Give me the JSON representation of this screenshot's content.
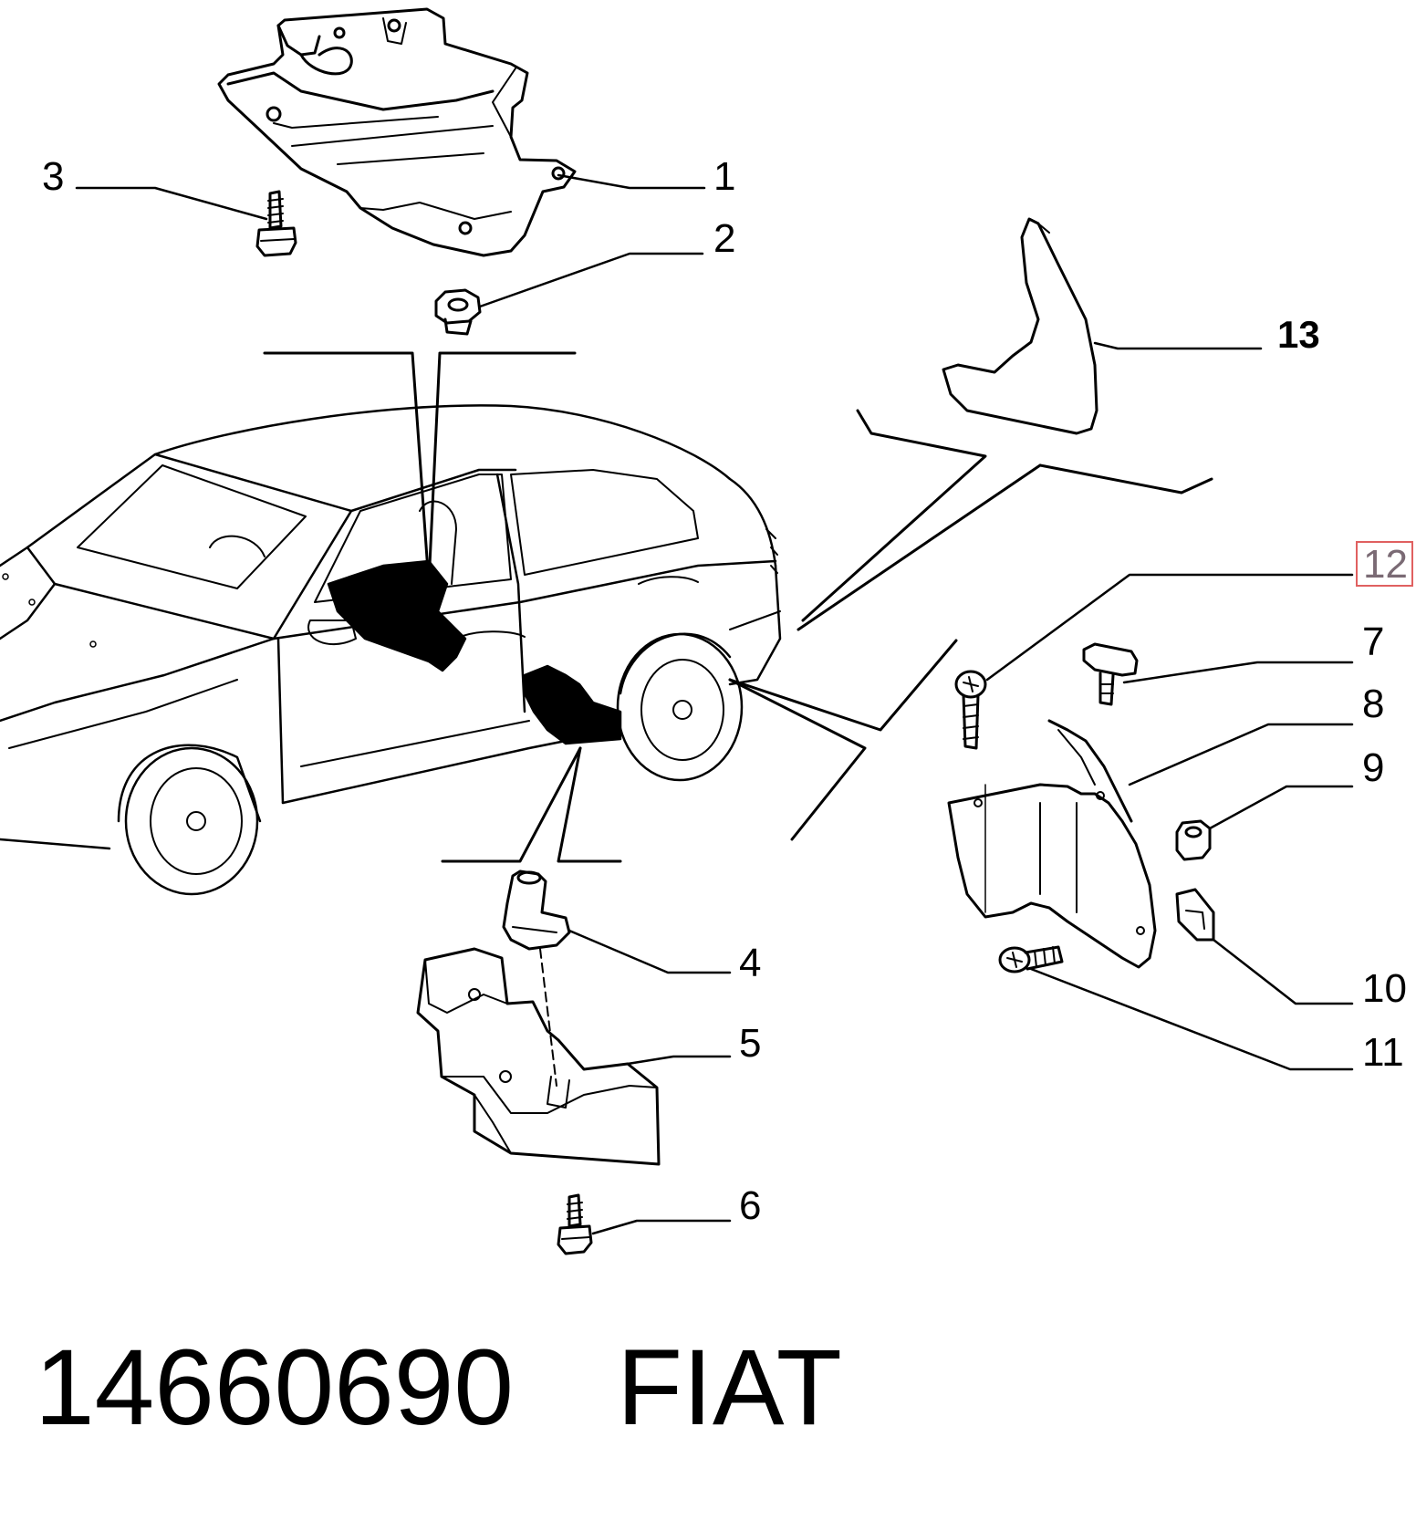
{
  "diagram": {
    "callouts": {
      "c1": "1",
      "c2": "2",
      "c3": "3",
      "c4": "4",
      "c5": "5",
      "c6": "6",
      "c7": "7",
      "c8": "8",
      "c9": "9",
      "c10": "10",
      "c11": "11",
      "c12": "12",
      "c13": "13"
    },
    "highlighted_callout": "12"
  },
  "footer": {
    "part_number": "14660690",
    "brand": "FIAT"
  },
  "colors": {
    "line": "#000000",
    "highlight_border": "#e06060",
    "background": "#ffffff"
  }
}
